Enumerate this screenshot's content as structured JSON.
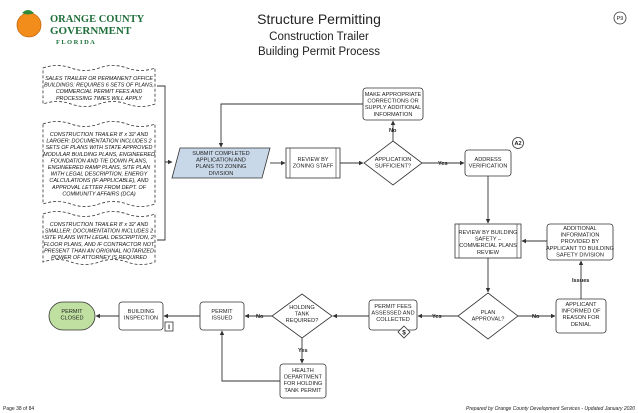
{
  "header": {
    "title": "Structure Permitting",
    "subtitle1": "Construction Trailer",
    "subtitle2": "Building Permit Process",
    "corner_badge": "P9"
  },
  "logo": {
    "line1": "ORANGE COUNTY",
    "line2": "GOVERNMENT",
    "line3": "F L O R I D A"
  },
  "notes": [
    {
      "id": "note-sales",
      "bold": "SALES TRAILER OR PERMANENT OFFICE BUILDINGS:",
      "lines": [
        "SALES TRAILER OR PERMANENT OFFICE",
        "BUILDINGS: REQUIRES 6 SETS OF PLANS,",
        "COMMERCIAL PERMIT FEES AND",
        "PROCESSING TIMES WILL APPLY"
      ]
    },
    {
      "id": "note-larger",
      "lines": [
        "CONSTRUCTION TRAILER 8' x 32' AND",
        "LARGER: DOCUMENTATION INCLUDES 2",
        "SETS OF PLANS WITH STATE APPROVED",
        "MODULAR BUILDING PLANS, ENGINEERED",
        "FOUNDATION AND TIE DOWN PLANS,",
        "ENGINEERED RAMP PLANS, SITE PLAN",
        "WITH LEGAL DESCRIPTION, ENERGY",
        "CALCULATIONS (IF APPLICABLE), AND",
        "APPROVAL LETTER FROM DEPT. OF",
        "COMMUNITY AFFAIRS (DCA)"
      ]
    },
    {
      "id": "note-smaller",
      "lines": [
        "CONSTRUCTION TRAILER 8' x 32' AND",
        "SMALLER: DOCUMENTATION INCLUDES 2",
        "SITE PLANS WITH LEGAL DESCRIPTION, 2",
        "FLOOR PLANS, AND IF CONTRACTOR NOT",
        "PRESENT THAN AN ORIGINAL NOTARIZED",
        "POWER OF ATTORNEY IS REQUIRED"
      ]
    }
  ],
  "nodes": {
    "submit": [
      "SUBMIT COMPLETED",
      "APPLICATION AND",
      "PLANS TO ZONING",
      "DIVISION"
    ],
    "review_zoning": [
      "REVIEW BY",
      "ZONING STAFF"
    ],
    "app_sufficient": [
      "APPLICATION",
      "SUFFICIENT?"
    ],
    "make_corrections": [
      "MAKE APPROPRIATE",
      "CORRECTIONS OR",
      "SUPPLY ADDITIONAL",
      "INFORMATION"
    ],
    "address_verification": [
      "ADDRESS",
      "VERIFICATION"
    ],
    "review_building": [
      "REVIEW BY BUILDING",
      "SAFETY –",
      "COMMERCIAL PLANS",
      "REVIEW"
    ],
    "additional_info": [
      "ADDITIONAL",
      "INFORMATION",
      "PROVIDED BY",
      "APPLICANT TO BUILDING",
      "SAFETY DIVISION"
    ],
    "applicant_informed": [
      "APPLICANT",
      "INFORMED OF",
      "REASON FOR",
      "DENIAL"
    ],
    "plan_approval": [
      "PLAN",
      "APPROVAL?"
    ],
    "permit_fees": [
      "PERMIT FEES",
      "ASSESSED AND",
      "COLLECTED"
    ],
    "holding_tank": [
      "HOLDING",
      "TANK",
      "REQUIRED?"
    ],
    "health_dept": [
      "HEALTH",
      "DEPARTMENT",
      "FOR HOLDING",
      "TANK PERMIT"
    ],
    "permit_issued": [
      "PERMIT",
      "ISSUED"
    ],
    "building_inspection": [
      "BUILDING",
      "INSPECTION"
    ],
    "permit_closed": [
      "PERMIT",
      "CLOSED"
    ]
  },
  "edge_labels": {
    "no_top": "No",
    "yes_sufficient": "Yes",
    "issues": "Issues",
    "no_plan": "No",
    "yes_plan": "Yes",
    "no_holding": "No",
    "yes_holding": "Yes"
  },
  "markers": {
    "a2": "A2",
    "dollar": "$",
    "inspection": "I"
  },
  "footer": {
    "left": "Page 38 of 84",
    "right": "Prepared by Orange County Development Services - Updated January 2020"
  },
  "colors": {
    "submit_fill": "#c9d8e8",
    "closed_fill": "#bfe0a0",
    "logo_green": "#1f6f3a",
    "logo_orange": "#f28c1a"
  }
}
